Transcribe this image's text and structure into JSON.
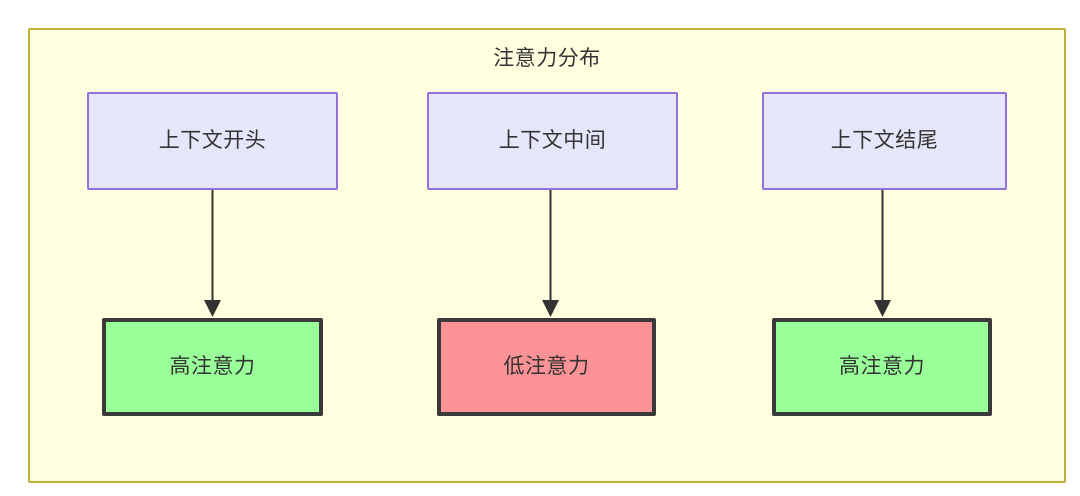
{
  "diagram": {
    "title": "注意力分布",
    "type": "flowchart",
    "colors": {
      "container_fill": "#ffffe0",
      "container_border": "#bdb13a",
      "context_fill": "#e6e6fa",
      "context_border": "#9370db",
      "high_attention_fill": "#99ff99",
      "low_attention_fill": "#fa9296",
      "node_border": "#3a3a3a",
      "edge": "#333333",
      "text": "#333333"
    },
    "context_nodes": [
      {
        "id": "ctx-start",
        "label": "上下文开头"
      },
      {
        "id": "ctx-middle",
        "label": "上下文中间"
      },
      {
        "id": "ctx-end",
        "label": "上下文结尾"
      }
    ],
    "attention_nodes": [
      {
        "id": "attn-start",
        "label": "高注意力",
        "level": "high"
      },
      {
        "id": "attn-middle",
        "label": "低注意力",
        "level": "low"
      },
      {
        "id": "attn-end",
        "label": "高注意力",
        "level": "high"
      }
    ],
    "edges": [
      {
        "from": "ctx-start",
        "to": "attn-start",
        "label": ""
      },
      {
        "from": "ctx-middle",
        "to": "attn-middle",
        "label": ""
      },
      {
        "from": "ctx-end",
        "to": "attn-end",
        "label": ""
      }
    ]
  }
}
